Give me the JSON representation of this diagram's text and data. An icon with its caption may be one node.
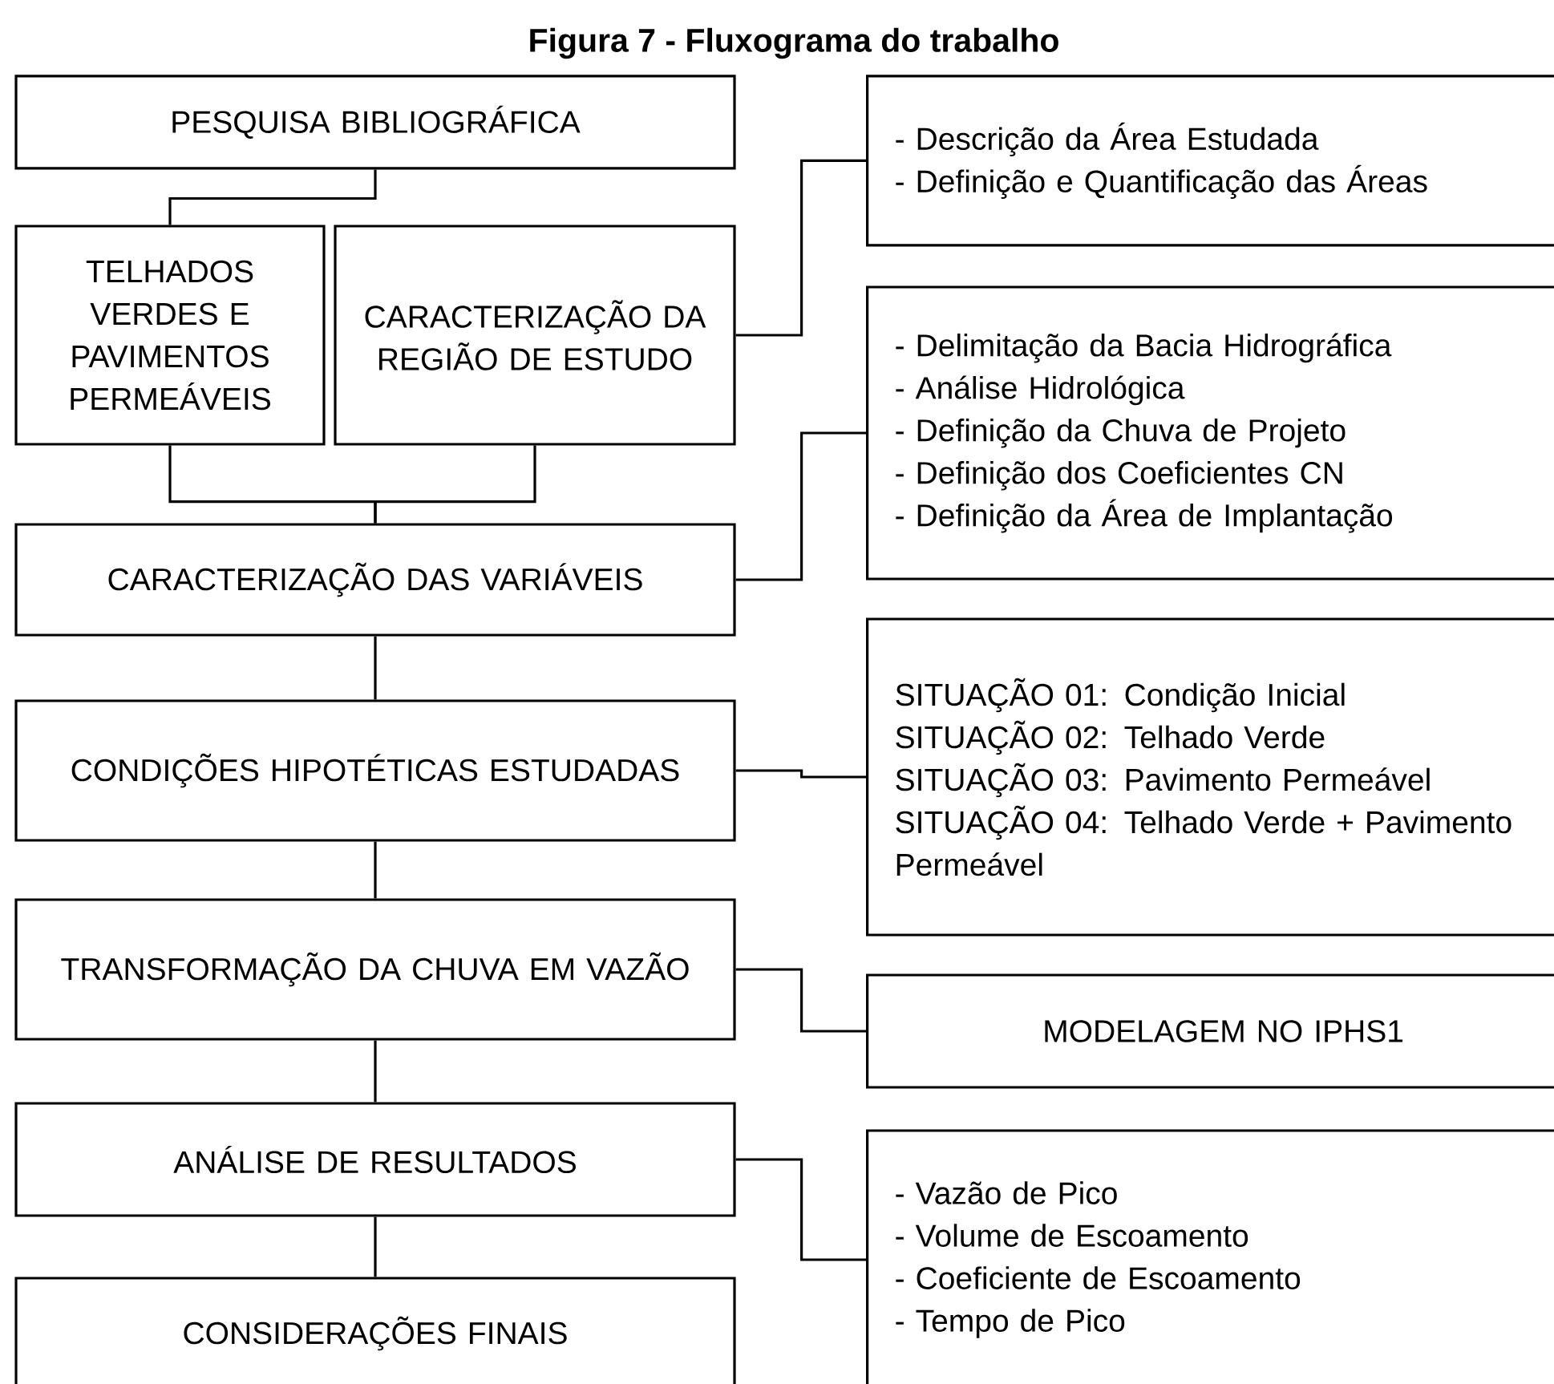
{
  "diagram": {
    "title": "Figura 7 - Fluxograma do trabalho",
    "nodes": [
      {
        "text": [
          "PESQUISA BIBLIOGRÁFICA"
        ]
      },
      {
        "text": [
          "TELHADOS VERDES E PAVIMENTOS PERMEÁVEIS"
        ]
      },
      {
        "text": [
          "CARACTERIZAÇÃO DA REGIÃO DE ESTUDO"
        ]
      },
      {
        "text": [
          "- Descrição da Área Estudada",
          "- Definição e Quantificação das Áreas"
        ]
      },
      {
        "text": [
          "CARACTERIZAÇÃO DAS VARIÁVEIS"
        ]
      },
      {
        "text": [
          "- Delimitação da Bacia Hidrográfica",
          "- Análise Hidrológica",
          "- Definição da Chuva de Projeto",
          "- Definição dos Coeficientes CN",
          "- Definição da Área de Implantação"
        ]
      },
      {
        "text": [
          "CONDIÇÕES HIPOTÉTICAS ESTUDADAS"
        ]
      },
      {
        "text": [
          "SITUAÇÃO 01: Condição Inicial",
          "SITUAÇÃO 02: Telhado Verde",
          "SITUAÇÃO 03: Pavimento Permeável",
          "SITUAÇÃO 04: Telhado Verde + Pavimento Permeável"
        ]
      },
      {
        "text": [
          "TRANSFORMAÇÃO DA CHUVA EM VAZÃO"
        ]
      },
      {
        "text": [
          "MODELAGEM NO IPHS1"
        ]
      },
      {
        "text": [
          "ANÁLISE DE RESULTADOS"
        ]
      },
      {
        "text": [
          "- Vazão de Pico",
          "- Volume de Escoamento",
          "- Coeficiente de Escoamento",
          "- Tempo de Pico"
        ]
      },
      {
        "text": [
          "CONSIDERAÇÕES FINAIS"
        ]
      }
    ],
    "edges": [
      {
        "from": 0,
        "to": 1,
        "arrow": "none"
      },
      {
        "from": 1,
        "to": 4,
        "arrow": "none"
      },
      {
        "from": 2,
        "to": 4,
        "arrow": "none"
      },
      {
        "from": 2,
        "to": 3,
        "arrow": "none"
      },
      {
        "from": 4,
        "to": 5,
        "arrow": "none"
      },
      {
        "from": 4,
        "to": 6,
        "arrow": "none"
      },
      {
        "from": 6,
        "to": 7,
        "arrow": "none"
      },
      {
        "from": 6,
        "to": 8,
        "arrow": "none"
      },
      {
        "from": 8,
        "to": 9,
        "arrow": "none"
      },
      {
        "from": 8,
        "to": 10,
        "arrow": "none"
      },
      {
        "from": 10,
        "to": 11,
        "arrow": "none"
      },
      {
        "from": 10,
        "to": 12,
        "arrow": "none"
      }
    ]
  }
}
